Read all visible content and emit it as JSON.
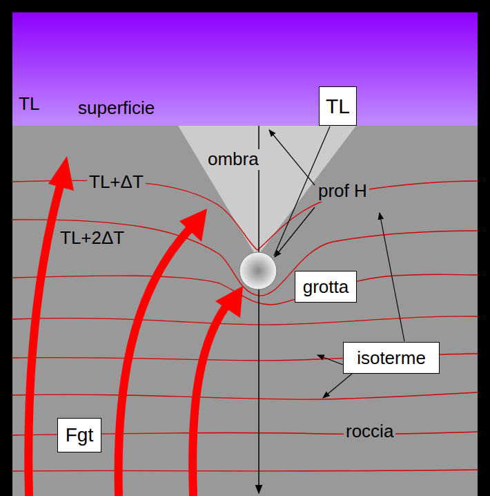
{
  "diagram": {
    "nodes": [
      {
        "text": [
          "TL"
        ]
      },
      {
        "text": [
          "grotta"
        ]
      },
      {
        "text": [
          "isoterme"
        ]
      },
      {
        "text": [
          "Fgt"
        ]
      }
    ],
    "labels": [
      "TL",
      "superficie",
      "ombra",
      "prof H",
      "TL+ΔT",
      "TL+2ΔT",
      "roccia"
    ]
  }
}
